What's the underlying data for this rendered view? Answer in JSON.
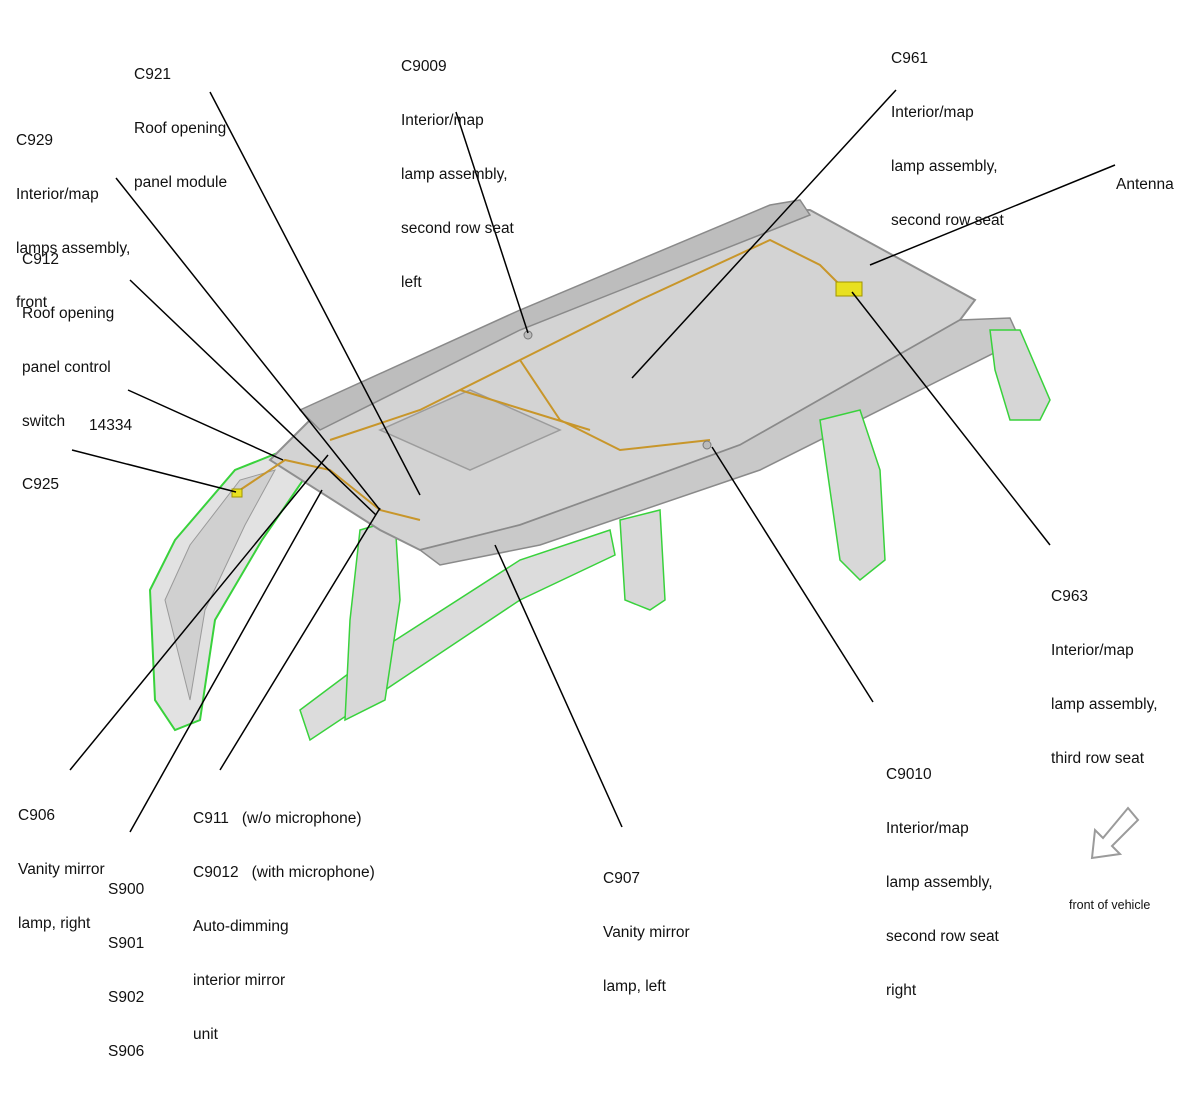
{
  "labels": {
    "c921": [
      "C921",
      "Roof opening",
      "panel module"
    ],
    "c9009": [
      "C9009",
      "Interior/map",
      "lamp assembly,",
      "second row seat",
      "left"
    ],
    "c961": [
      "C961",
      "Interior/map",
      "lamp assembly,",
      "second row seat"
    ],
    "c929": [
      "C929",
      "Interior/map",
      "lamps assembly,",
      "front"
    ],
    "antenna": [
      "Antenna"
    ],
    "c912": [
      "C912",
      "Roof opening",
      "panel control",
      "switch"
    ],
    "n14334": [
      "14334"
    ],
    "c925": [
      "C925"
    ],
    "c963": [
      "C963",
      "Interior/map",
      "lamp assembly,",
      "third row seat"
    ],
    "c9010": [
      "C9010",
      "Interior/map",
      "lamp assembly,",
      "second row seat",
      "right"
    ],
    "c906": [
      "C906",
      "Vanity mirror",
      "lamp, right"
    ],
    "c911": [
      "C911   (w/o microphone)",
      "C9012   (with microphone)",
      "Auto-dimming",
      "interior mirror",
      "unit"
    ],
    "c907": [
      "C907",
      "Vanity mirror",
      "lamp, left"
    ],
    "s900": [
      "S900",
      "S901",
      "S902",
      "S906"
    ],
    "front": [
      "front of vehicle"
    ]
  },
  "colors": {
    "body": "#d4d4d4",
    "body_dark": "#a9a9a9",
    "wire": "#c8962a",
    "outline_green": "#39d23c",
    "connector": "#e8e020",
    "leader": "#000000"
  }
}
